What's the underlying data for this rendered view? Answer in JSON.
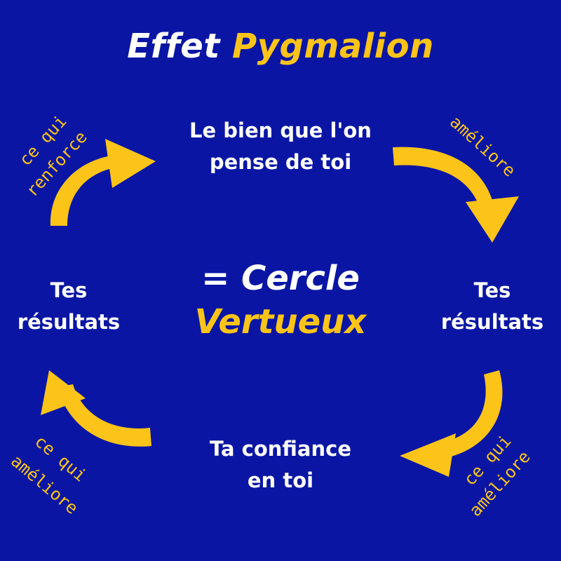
{
  "title": {
    "part1": "Effet",
    "part2": "Pygmalion"
  },
  "nodes": {
    "top": {
      "line1": "Le bien que l'on",
      "line2": "pense de toi"
    },
    "right": {
      "line1": "Tes",
      "line2": "résultats"
    },
    "bottom": {
      "line1": "Ta confiance",
      "line2": "en toi"
    },
    "left": {
      "line1": "Tes",
      "line2": "résultats"
    }
  },
  "center": {
    "line1": "= Cercle",
    "line2": "Vertueux"
  },
  "arrow_labels": {
    "top_right": "améliore",
    "bottom_right": {
      "line1": "ce qui",
      "line2": "améliore"
    },
    "bottom_left": {
      "line1": "ce qui",
      "line2": "améliore"
    },
    "top_left": {
      "line1": "ce qui",
      "line2": "renforce"
    }
  },
  "colors": {
    "background": "#0a16a3",
    "accent": "#fcc419",
    "text": "#ffffff"
  }
}
